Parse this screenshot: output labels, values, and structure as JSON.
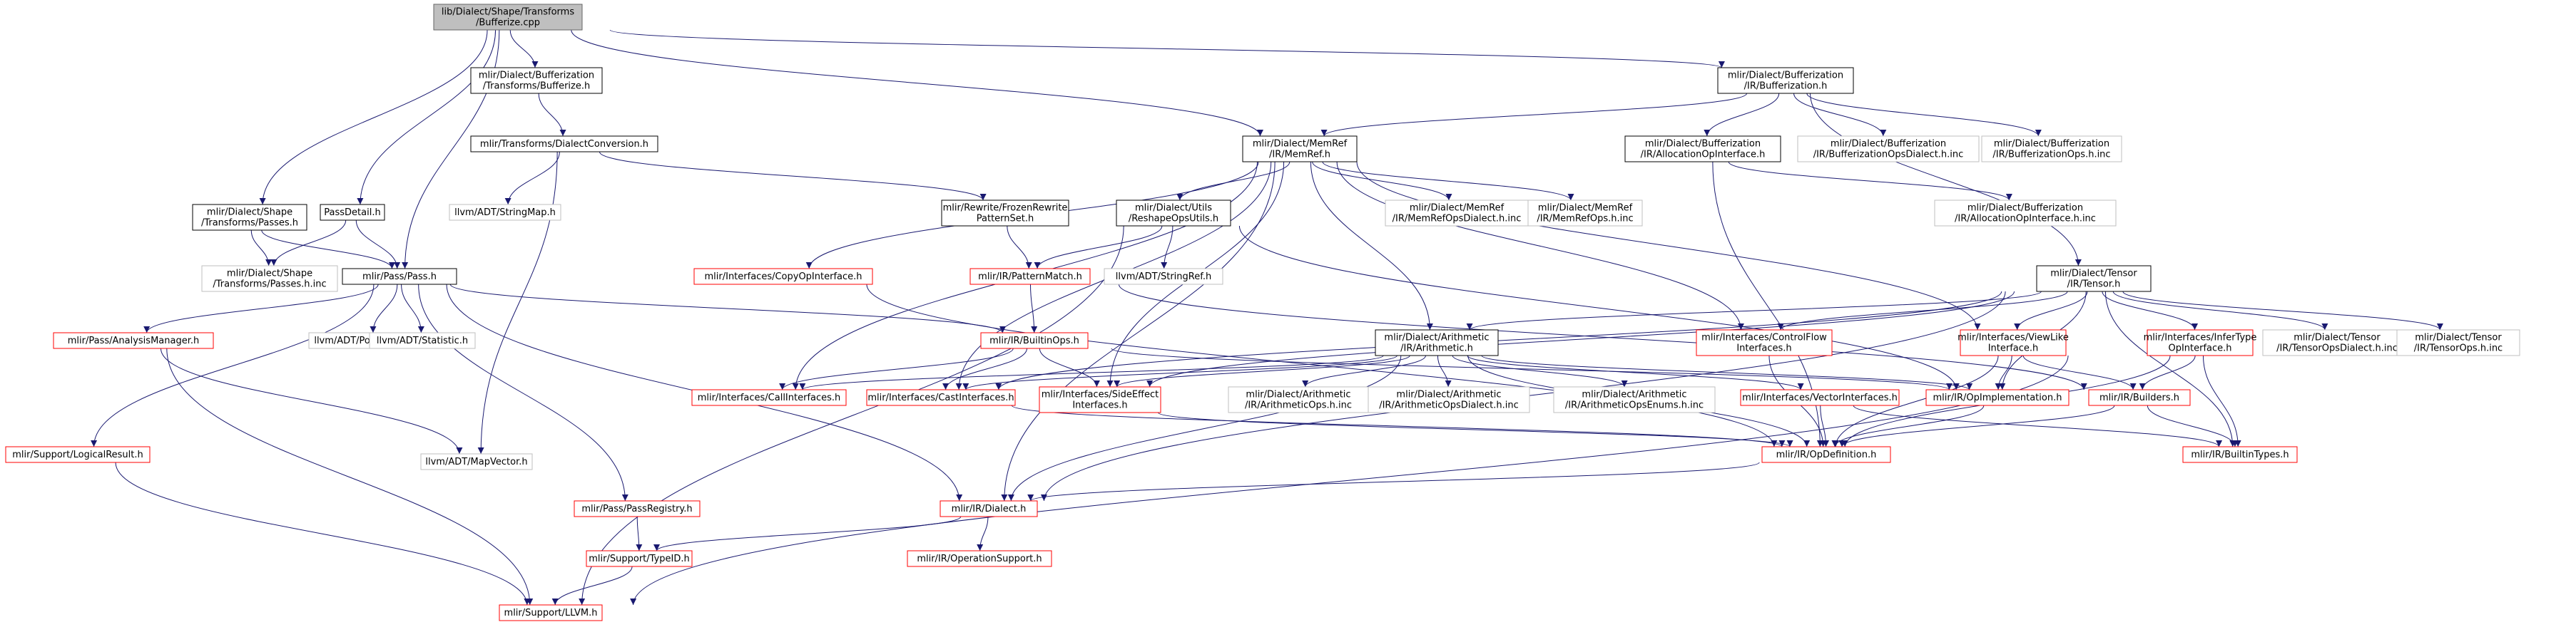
{
  "nodes": {
    "root": [
      "lib/Dialect/Shape/Transforms",
      "/Bufferize.cpp"
    ],
    "buf_transforms": [
      "mlir/Dialect/Bufferization",
      "/Transforms/Bufferize.h"
    ],
    "buf_h": [
      "mlir/Dialect/Bufferization",
      "/IR/Bufferization.h"
    ],
    "dialect_conversion": [
      "mlir/Transforms/DialectConversion.h"
    ],
    "memref": [
      "mlir/Dialect/MemRef",
      "/IR/MemRef.h"
    ],
    "alloc_iface": [
      "mlir/Dialect/Bufferization",
      "/IR/AllocationOpInterface.h"
    ],
    "buf_dialect_inc": [
      "mlir/Dialect/Bufferization",
      "/IR/BufferizationOpsDialect.h.inc"
    ],
    "buf_ops_inc": [
      "mlir/Dialect/Bufferization",
      "/IR/BufferizationOps.h.inc"
    ],
    "shape_passes": [
      "mlir/Dialect/Shape",
      "/Transforms/Passes.h"
    ],
    "pass_detail": [
      "PassDetail.h"
    ],
    "string_map": [
      "llvm/ADT/StringMap.h"
    ],
    "frozen_pattern": [
      "mlir/Rewrite/FrozenRewrite",
      "PatternSet.h"
    ],
    "reshape_utils": [
      "mlir/Dialect/Utils",
      "/ReshapeOpsUtils.h"
    ],
    "memref_dialect_inc": [
      "mlir/Dialect/MemRef",
      "/IR/MemRefOpsDialect.h.inc"
    ],
    "memref_ops_inc": [
      "mlir/Dialect/MemRef",
      "/IR/MemRefOps.h.inc"
    ],
    "alloc_iface_inc": [
      "mlir/Dialect/Bufferization",
      "/IR/AllocationOpInterface.h.inc"
    ],
    "shape_passes_inc": [
      "mlir/Dialect/Shape",
      "/Transforms/Passes.h.inc"
    ],
    "pass_h": [
      "mlir/Pass/Pass.h"
    ],
    "copy_iface": [
      "mlir/Interfaces/CopyOpInterface.h"
    ],
    "pattern_match": [
      "mlir/IR/PatternMatch.h"
    ],
    "string_ref": [
      "llvm/ADT/StringRef.h"
    ],
    "tensor": [
      "mlir/Dialect/Tensor",
      "/IR/Tensor.h"
    ],
    "analysis_mgr": [
      "mlir/Pass/AnalysisManager.h"
    ],
    "ptr_int_pair": [
      "llvm/ADT/PointerIntPair.h"
    ],
    "statistic": [
      "llvm/ADT/Statistic.h"
    ],
    "builtin_ops": [
      "mlir/IR/BuiltinOps.h"
    ],
    "arith": [
      "mlir/Dialect/Arithmetic",
      "/IR/Arithmetic.h"
    ],
    "control_flow": [
      "mlir/Interfaces/ControlFlow",
      "Interfaces.h"
    ],
    "view_like": [
      "mlir/Interfaces/ViewLike",
      "Interface.h"
    ],
    "infer_type": [
      "mlir/Interfaces/InferType",
      "OpInterface.h"
    ],
    "tensor_dialect_inc": [
      "mlir/Dialect/Tensor",
      "/IR/TensorOpsDialect.h.inc"
    ],
    "tensor_ops_inc": [
      "mlir/Dialect/Tensor",
      "/IR/TensorOps.h.inc"
    ],
    "call_iface": [
      "mlir/Interfaces/CallInterfaces.h"
    ],
    "cast_iface": [
      "mlir/Interfaces/CastInterfaces.h"
    ],
    "side_effect": [
      "mlir/Interfaces/SideEffect",
      "Interfaces.h"
    ],
    "arith_ops_inc": [
      "mlir/Dialect/Arithmetic",
      "/IR/ArithmeticOps.h.inc"
    ],
    "arith_dialect_inc": [
      "mlir/Dialect/Arithmetic",
      "/IR/ArithmeticOpsDialect.h.inc"
    ],
    "arith_enums_inc": [
      "mlir/Dialect/Arithmetic",
      "/IR/ArithmeticOpsEnums.h.inc"
    ],
    "vector_iface": [
      "mlir/Interfaces/VectorInterfaces.h"
    ],
    "op_impl": [
      "mlir/IR/OpImplementation.h"
    ],
    "builders": [
      "mlir/IR/Builders.h"
    ],
    "map_vector": [
      "llvm/ADT/MapVector.h"
    ],
    "logical_result": [
      "mlir/Support/LogicalResult.h"
    ],
    "op_definition": [
      "mlir/IR/OpDefinition.h"
    ],
    "builtin_types": [
      "mlir/IR/BuiltinTypes.h"
    ],
    "pass_registry": [
      "mlir/Pass/PassRegistry.h"
    ],
    "ir_dialect": [
      "mlir/IR/Dialect.h"
    ],
    "type_id": [
      "mlir/Support/TypeID.h"
    ],
    "op_support": [
      "mlir/IR/OperationSupport.h"
    ],
    "support_llvm": [
      "mlir/Support/LLVM.h"
    ]
  },
  "colors": {
    "edge": "#191970",
    "root_fill": "#bfbfbf",
    "border_documented": "#000000",
    "border_undocumented": "#ff0000",
    "border_external": "#bfbfbf",
    "text": "#000000"
  }
}
